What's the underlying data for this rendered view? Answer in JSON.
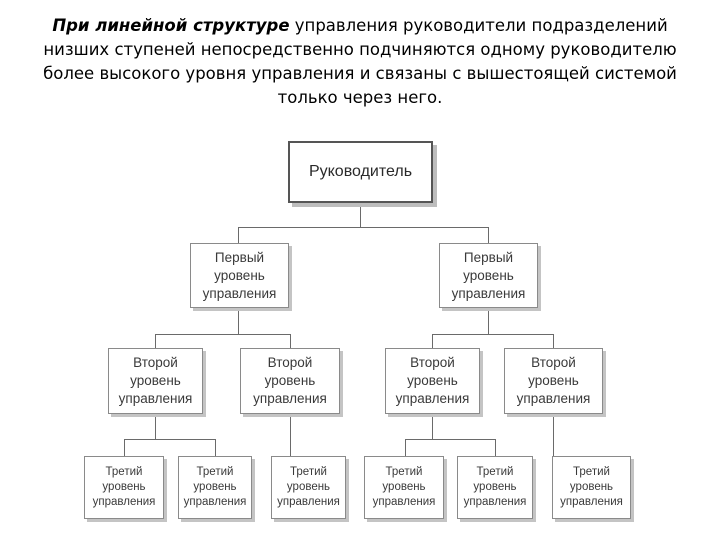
{
  "intro": {
    "lead": "При линейной структуре",
    "rest": " управления руководители подразделений низших ступеней непосредственно подчиняются одному руководителю более высокого уровня управления и связаны с вышестоящей системой только через него."
  },
  "org_chart": {
    "root": "Руководитель",
    "level1": [
      "Первый\nуровень\nуправления",
      "Первый\nуровень\nуправления"
    ],
    "level2": [
      "Второй\nуровень\nуправления",
      "Второй\nуровень\nуправления",
      "Второй\nуровень\nуправления",
      "Второй\nуровень\nуправления"
    ],
    "level3": [
      "Третий\nуровень\nуправления",
      "Третий\nуровень\nуправления",
      "Третий\nуровень\nуправления",
      "Третий\nуровень\nуправления",
      "Третий\nуровень\nуправления",
      "Третий\nуровень\nуправления"
    ]
  }
}
